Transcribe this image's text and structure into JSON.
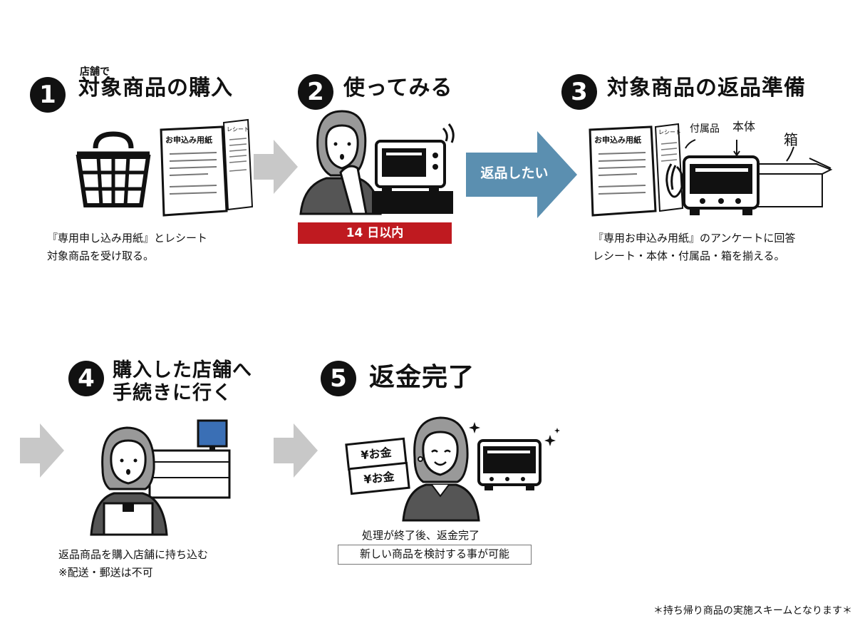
{
  "steps": [
    {
      "number": "1",
      "pretitle": "店舗で",
      "title": "対象商品の購入",
      "form_label": "お申込み用紙",
      "receipt_label": "レシート",
      "caption": [
        "『専用申し込み用紙』とレシート",
        "対象商品を受け取る。"
      ]
    },
    {
      "number": "2",
      "title": "使ってみる",
      "period_label": "14 日以内"
    },
    {
      "number": "3",
      "title": "対象商品の返品準備",
      "form_label": "お申込み用紙",
      "receipt_label": "レシート",
      "accessory_label": "付属品",
      "body_label": "本体",
      "box_label": "箱",
      "caption": [
        "『専用お申込み用紙』のアンケートに回答",
        "レシート・本体・付属品・箱を揃える。"
      ]
    },
    {
      "number": "4",
      "title_lines": [
        "購入した店舗へ",
        "手続きに行く"
      ],
      "caption": [
        "返品商品を購入店舗に持ち込む",
        "※配送・郵送は不可"
      ]
    },
    {
      "number": "5",
      "title": "返金完了",
      "money_label": "¥お金",
      "caption": [
        "処理が終了後、返金完了",
        "新しい商品を検討する事が可能"
      ]
    }
  ],
  "return_arrow_label": "返品したい",
  "footnote": "＊持ち帰り商品の実施スキームとなります＊",
  "colors": {
    "blue_arrow": "#5b8fb0",
    "red_bar": "#bf1a20",
    "gray_arrow": "#c8c8c8",
    "dark": "#111111",
    "face_gray": "#999999",
    "screen_blue": "#3a6fb5"
  }
}
